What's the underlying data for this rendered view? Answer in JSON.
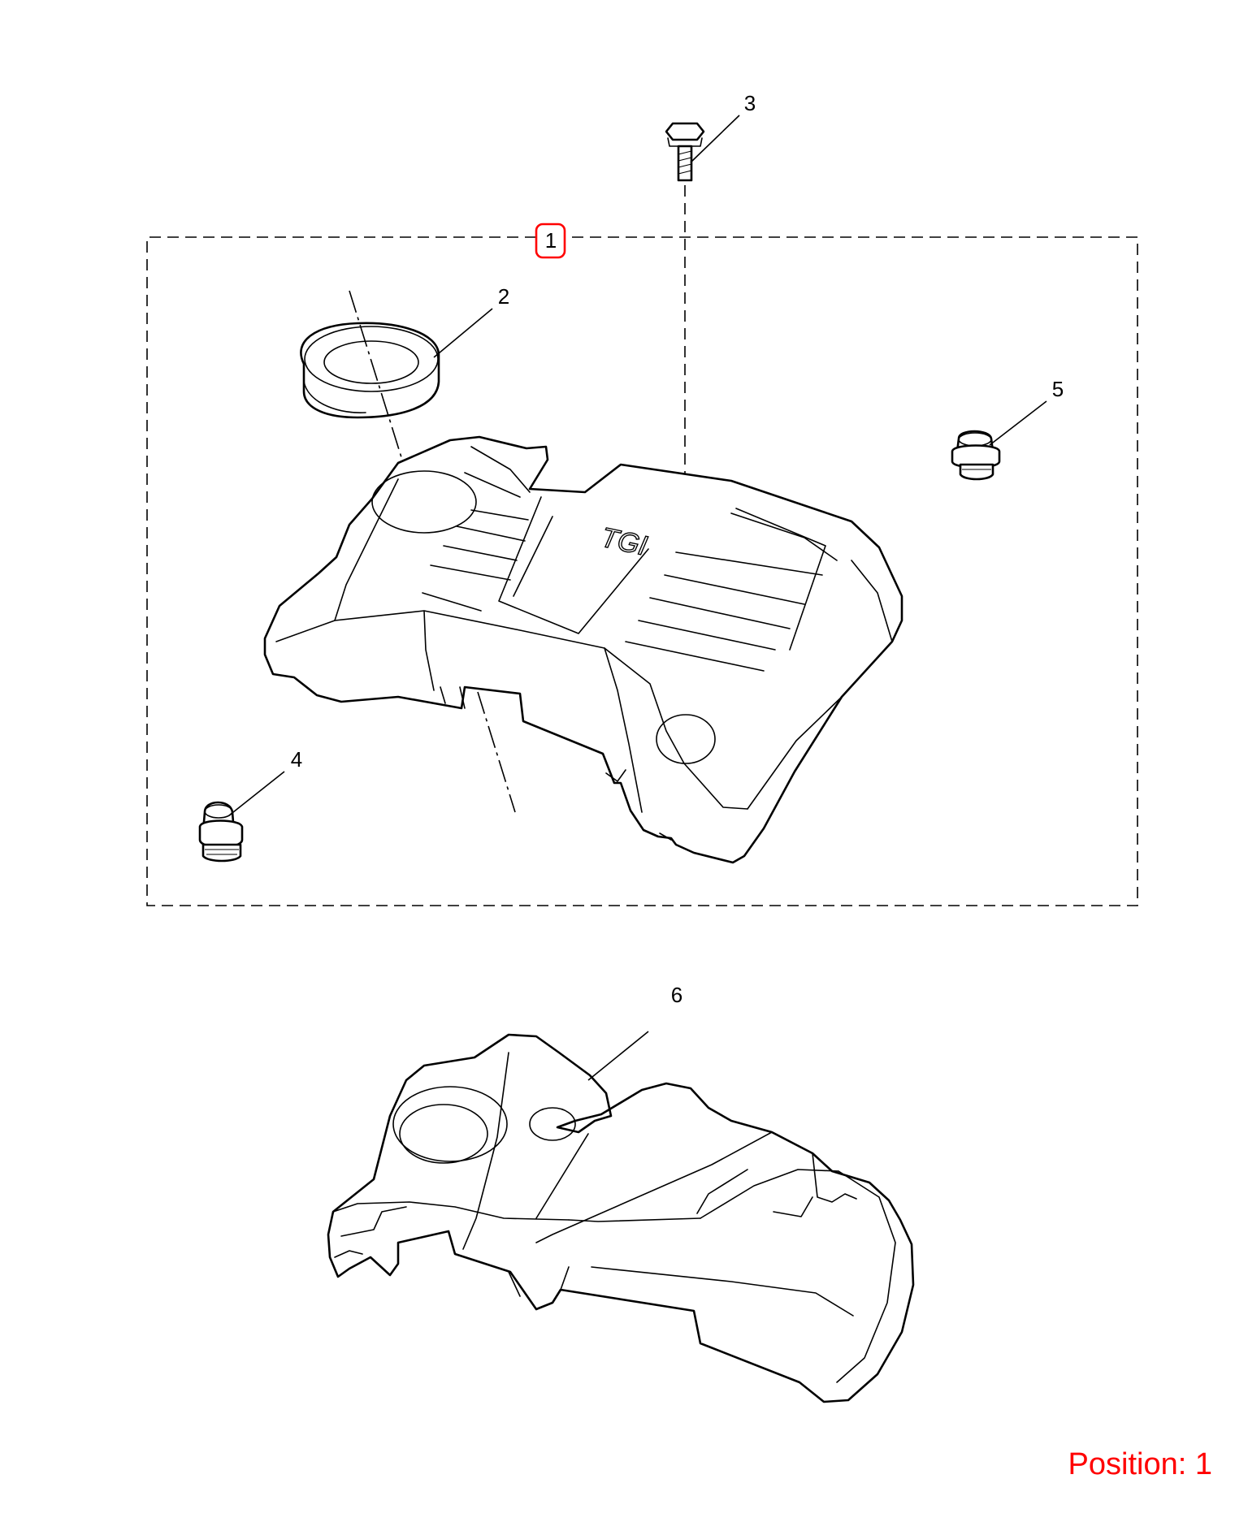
{
  "callouts": {
    "c1": "1",
    "c2": "2",
    "c3": "3",
    "c4": "4",
    "c5": "5",
    "c6": "6"
  },
  "cover_logo": "TGI",
  "position": {
    "text": "Position: 1"
  },
  "colors": {
    "highlight": "#ff0000",
    "line": "#000000",
    "background": "#ffffff"
  }
}
